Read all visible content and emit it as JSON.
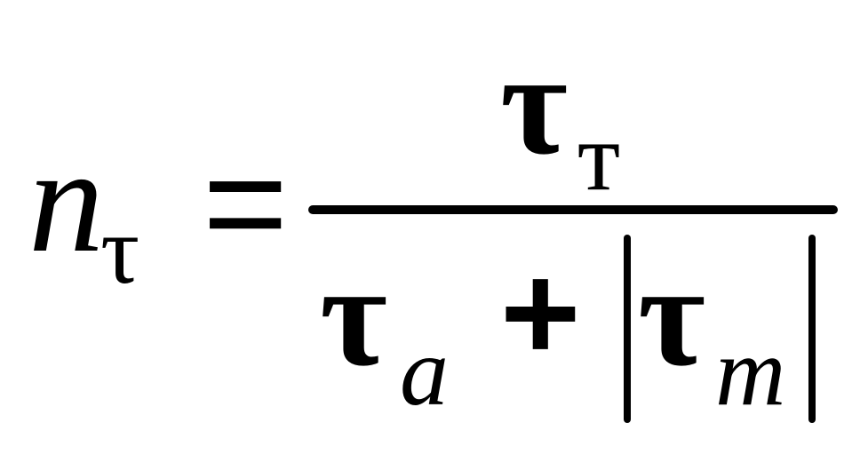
{
  "formula": {
    "lhs": {
      "symbol": "n",
      "subscript": "τ"
    },
    "equals": "=",
    "numerator": {
      "symbol": "τ",
      "subscript": "т"
    },
    "denominator": {
      "term1": {
        "symbol": "τ",
        "subscript": "a"
      },
      "plus": "+",
      "term2": {
        "symbol": "τ",
        "subscript": "m"
      }
    }
  },
  "colors": {
    "ink": "#000000",
    "background": "#ffffff"
  }
}
